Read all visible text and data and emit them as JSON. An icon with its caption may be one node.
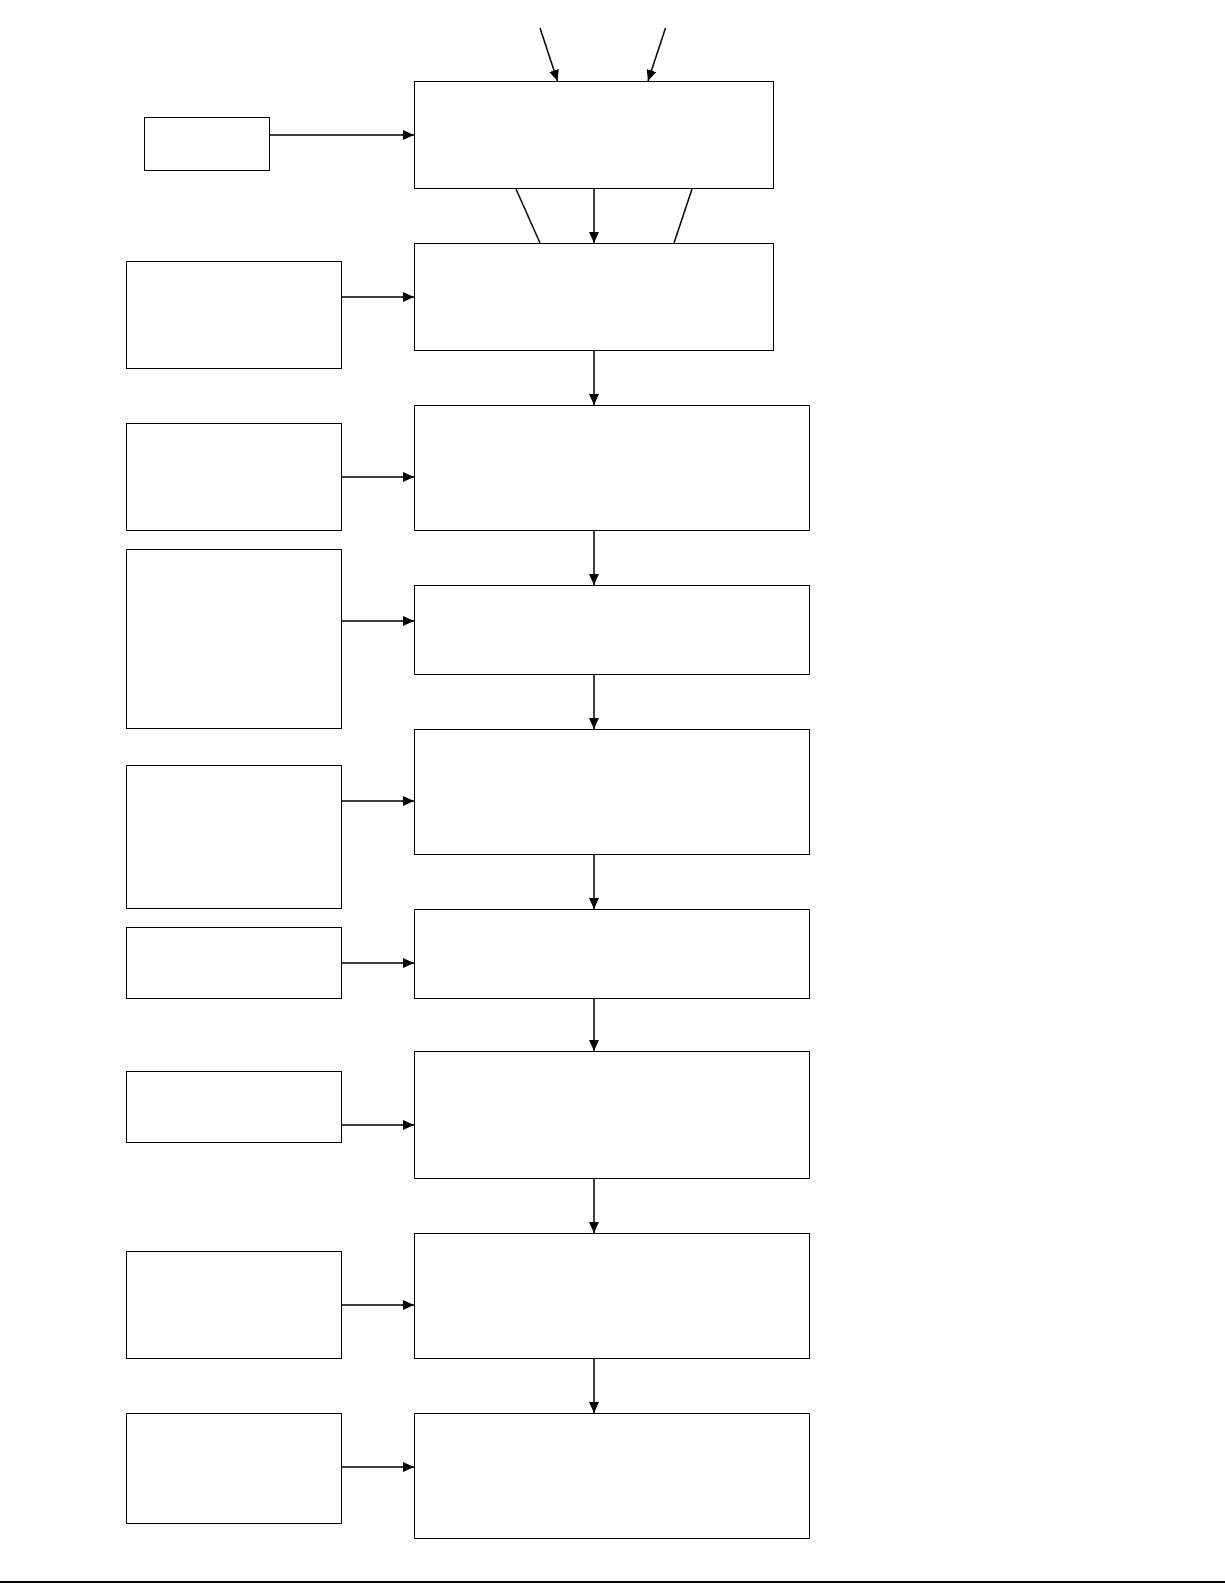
{
  "diagram": {
    "nodes": [
      {
        "text": [],
        "shape": "box"
      },
      {
        "text": [],
        "shape": "box"
      },
      {
        "text": [],
        "shape": "box"
      },
      {
        "text": [],
        "shape": "box"
      },
      {
        "text": [],
        "shape": "box"
      },
      {
        "text": [],
        "shape": "box"
      },
      {
        "text": [],
        "shape": "box"
      },
      {
        "text": [],
        "shape": "box"
      },
      {
        "text": [],
        "shape": "box"
      },
      {
        "text": [],
        "shape": "box"
      },
      {
        "text": [],
        "shape": "box"
      },
      {
        "text": [],
        "shape": "box"
      },
      {
        "text": [],
        "shape": "box"
      },
      {
        "text": [],
        "shape": "box"
      },
      {
        "text": [],
        "shape": "box"
      },
      {
        "text": [],
        "shape": "box"
      },
      {
        "text": [],
        "shape": "box"
      },
      {
        "text": [],
        "shape": "box"
      }
    ],
    "edges": [
      {
        "from": null,
        "to": 1,
        "arrow": "to"
      },
      {
        "from": null,
        "to": 1,
        "arrow": "to"
      },
      {
        "from": 0,
        "to": 1,
        "arrow": "to"
      },
      {
        "from": 1,
        "to": 3,
        "arrow": "none"
      },
      {
        "from": 1,
        "to": 3,
        "arrow": "to"
      },
      {
        "from": 1,
        "to": 3,
        "arrow": "none"
      },
      {
        "from": 2,
        "to": 3,
        "arrow": "to"
      },
      {
        "from": 3,
        "to": 5,
        "arrow": "to"
      },
      {
        "from": 4,
        "to": 5,
        "arrow": "to"
      },
      {
        "from": 5,
        "to": 7,
        "arrow": "to"
      },
      {
        "from": 6,
        "to": 7,
        "arrow": "to"
      },
      {
        "from": 7,
        "to": 9,
        "arrow": "to"
      },
      {
        "from": 8,
        "to": 9,
        "arrow": "to"
      },
      {
        "from": 9,
        "to": 11,
        "arrow": "to"
      },
      {
        "from": 10,
        "to": 11,
        "arrow": "to"
      },
      {
        "from": 11,
        "to": 13,
        "arrow": "to"
      },
      {
        "from": 12,
        "to": 13,
        "arrow": "to"
      },
      {
        "from": 13,
        "to": 15,
        "arrow": "to"
      },
      {
        "from": 14,
        "to": 15,
        "arrow": "to"
      },
      {
        "from": 15,
        "to": 17,
        "arrow": "to"
      },
      {
        "from": 16,
        "to": 17,
        "arrow": "to"
      }
    ]
  }
}
